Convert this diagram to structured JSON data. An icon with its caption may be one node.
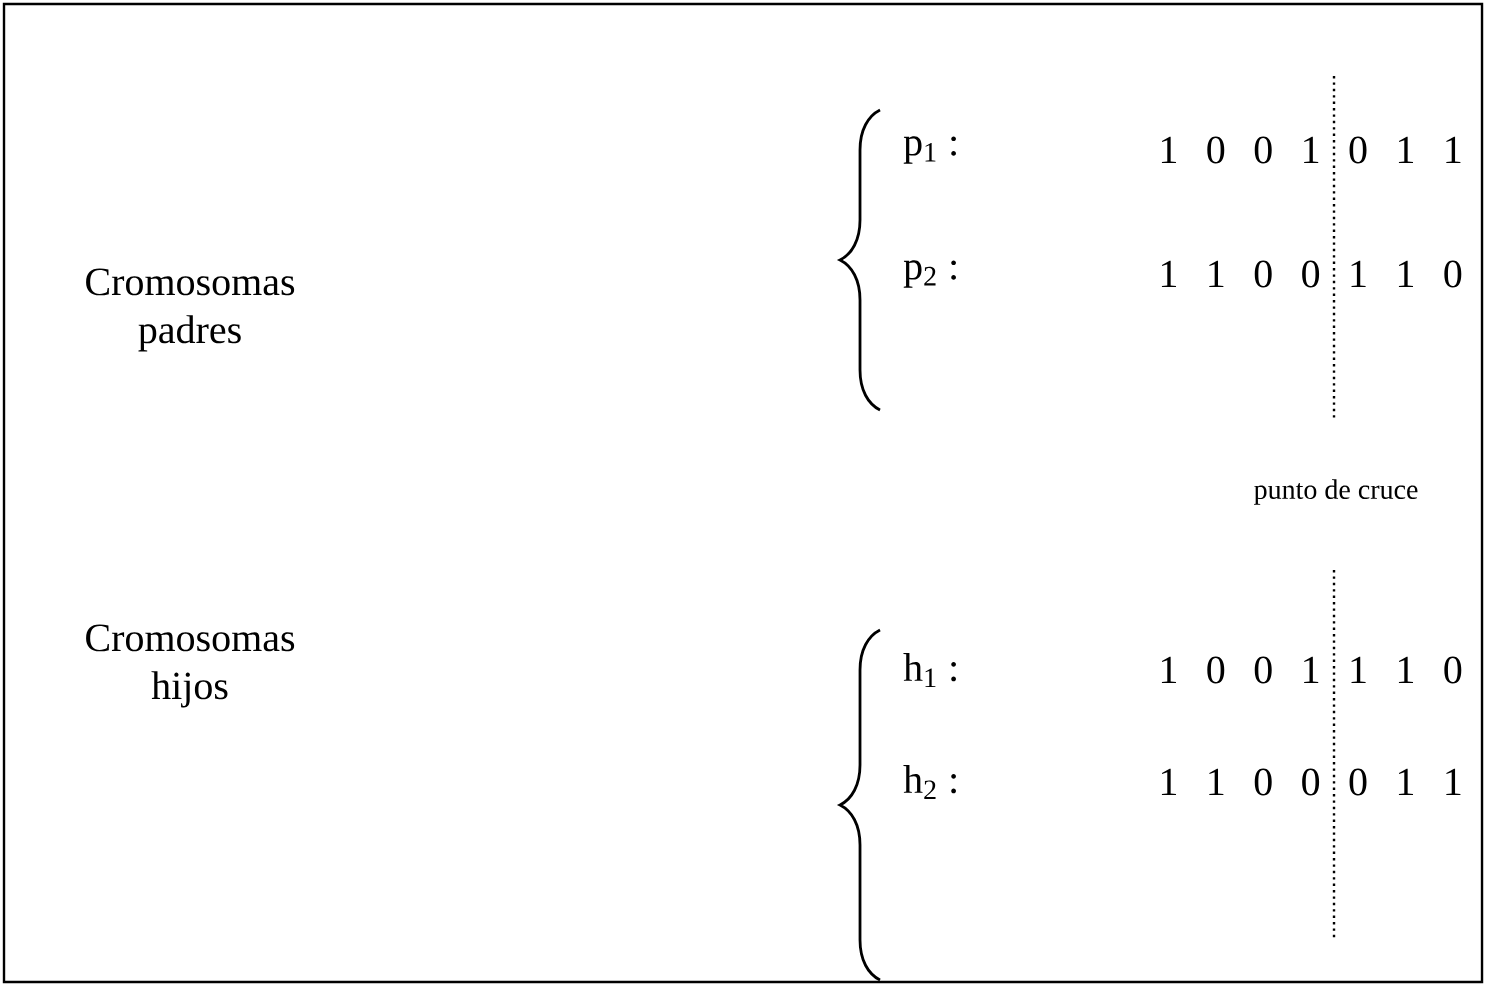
{
  "diagram": {
    "labels": [
      "Cromosomas padres",
      "p$_{1}$ :",
      "1 0 0 1 0 1 1",
      "p$_{2}$ :",
      "1 1 0 0 1 1 0",
      "punto de cruce",
      "Cromosomas hijos",
      "h$_{1}$ :",
      "1 0 0 1 1 1 0",
      "h$_{2}$ :",
      "1 1 0 0 0 1 1"
    ]
  }
}
